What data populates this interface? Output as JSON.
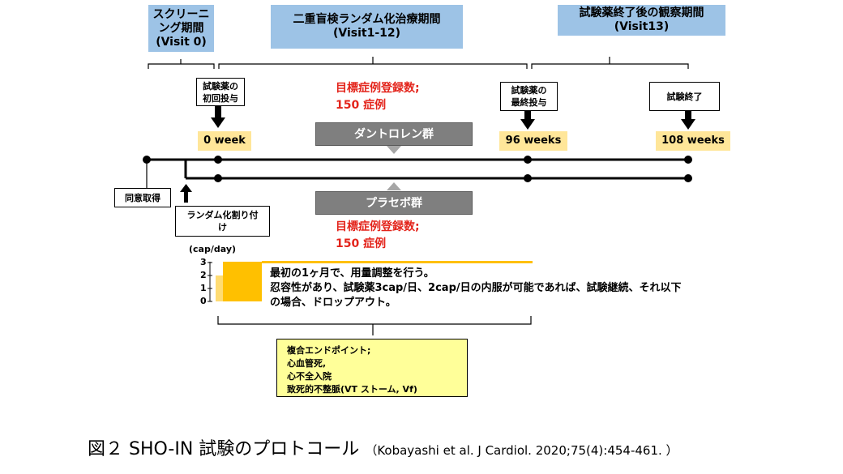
{
  "phases": {
    "screening": {
      "line1": "スクリーニ",
      "line2": "ング期間",
      "visit": "(Visit 0)"
    },
    "double_blind": {
      "title": "二重盲検ランダム化治療期間",
      "visit": "(Visit1-12)"
    },
    "observation": {
      "title": "試験薬終了後の観察期間",
      "visit": "(Visit13)"
    }
  },
  "events": {
    "first_dose": {
      "line1": "試験薬の",
      "line2": "初回投与"
    },
    "last_dose": {
      "line1": "試験薬の",
      "line2": "最終投与"
    },
    "study_end": "試験終了",
    "consent": "同意取得",
    "randomization": {
      "line1": "ランダム化割り付",
      "line2": "け"
    }
  },
  "weeks": {
    "w0": "0 week",
    "w96": "96 weeks",
    "w108": "108 weeks"
  },
  "targets": {
    "dantrolene": {
      "line1": "目標症例登録数;",
      "line2": "150 症例"
    },
    "placebo": {
      "line1": "目標症例登録数;",
      "line2": "150 症例"
    }
  },
  "groups": {
    "dantrolene": "ダントロレン群",
    "placebo": "プラセボ群"
  },
  "dose_chart": {
    "unit": "(cap/day)",
    "ticks": [
      "3",
      "2",
      "1",
      "0"
    ],
    "note_line1": "最初の1ヶ月で、用量調整を行う。",
    "note_line2": "忍容性があり、試験薬3cap/日、2cap/日の内服が可能であれば、試験継続、それ以下",
    "note_line3": "の場合、ドロップアウト。",
    "colors": {
      "fill": "#ffc000",
      "line": "#ffc000"
    }
  },
  "endpoint": {
    "title": "複合エンドポイント;",
    "items": [
      "心血管死,",
      "心不全入院",
      "致死的不整脈(VT ストーム, Vf)"
    ]
  },
  "caption": {
    "main": "図２ SHO-IN 試験のプロトコール",
    "ref": "（Kobayashi et al. J Cardiol. 2020;75(4):454-461. ）"
  },
  "colors": {
    "phase_bg": "#9dc3e6",
    "week_bg": "#ffe699",
    "target_text": "#e3241b",
    "group_bg": "#7f7f7f",
    "endpoint_bg": "#ffff99"
  }
}
